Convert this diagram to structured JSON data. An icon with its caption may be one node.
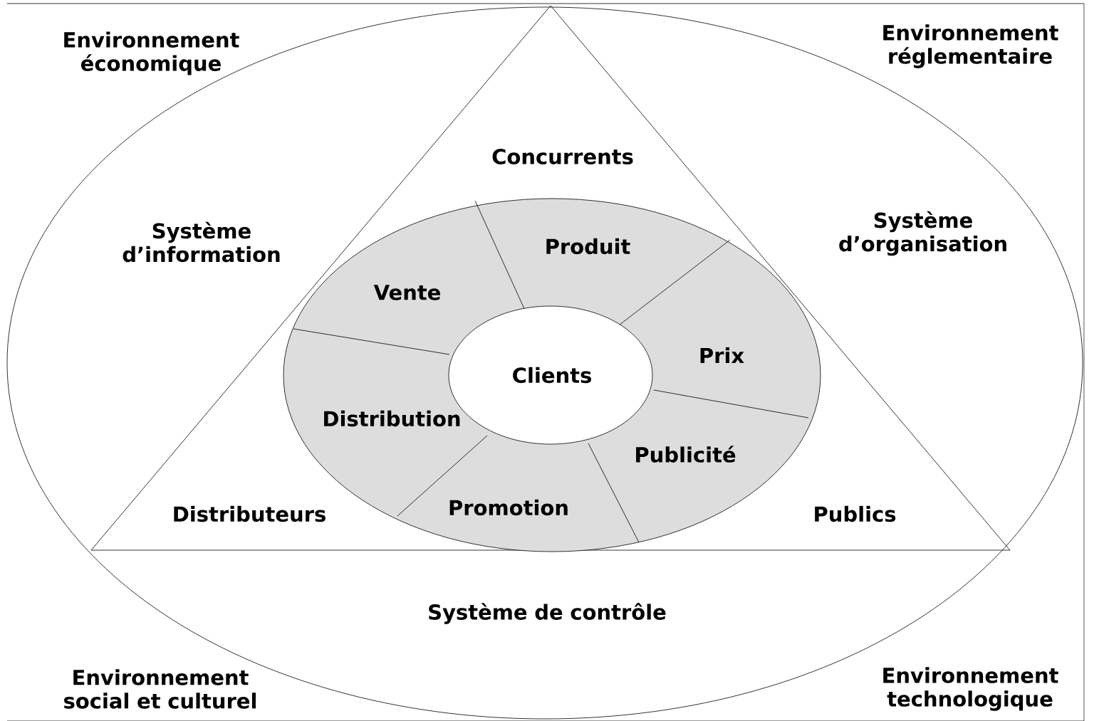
{
  "diagram": {
    "nodes": [
      {
        "text": [
          "Système d’information",
          "Système d’organisation",
          "Système de contrôle"
        ]
      },
      {
        "text": [
          "Concurrents",
          "Distributeurs",
          "Publics"
        ],
        "in": 0
      },
      {
        "text": [
          "Produit",
          "Prix",
          "Publicité",
          "Promotion",
          "Distribution",
          "Vente"
        ],
        "in": 1
      },
      {
        "text": [
          "Clients"
        ],
        "in": 2
      }
    ],
    "edges": [],
    "labels": [
      "Environnement économique",
      "Environnement réglementaire",
      "Environnement social et culturel",
      "Environnement technologique"
    ]
  }
}
